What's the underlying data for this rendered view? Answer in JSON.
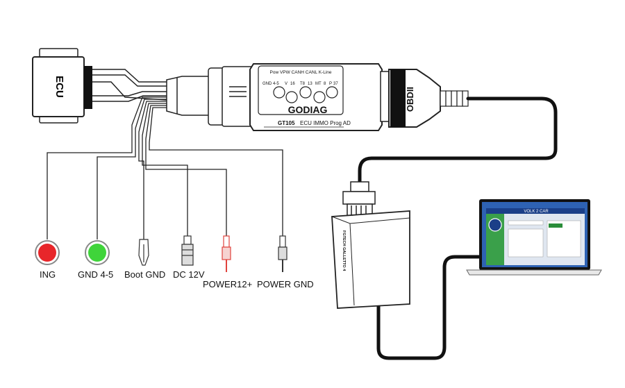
{
  "ecu": {
    "label": "ECU"
  },
  "adapter": {
    "pin_header": "Pow VPW CANH CANL K-Line",
    "pins": [
      "GND",
      "4-5",
      "V",
      "16",
      "T8",
      "13",
      "MT",
      "8",
      "P",
      "37"
    ],
    "brand": "GODIAG",
    "model": "GT105",
    "subtitle": "ECU IMMO Prog AD"
  },
  "obd_connector": {
    "label": "OBDII"
  },
  "programmer": {
    "label": "FGTECH GALLETTO 4"
  },
  "laptop": {
    "title_text": "VOLK 2 CAR"
  },
  "wires": [
    {
      "key": "ing",
      "label": "ING",
      "end": "red-button"
    },
    {
      "key": "gnd45",
      "label": "GND 4-5",
      "end": "green-button"
    },
    {
      "key": "bootgnd",
      "label": "Boot GND",
      "end": "alligator-clip"
    },
    {
      "key": "dc12v",
      "label": "DC 12V",
      "end": "dc-plug"
    },
    {
      "key": "power12",
      "label": "POWER12+",
      "end": "red-plug"
    },
    {
      "key": "powergnd",
      "label": "POWER GND",
      "end": "black-plug"
    }
  ],
  "colors": {
    "ing_button": "#e8262a",
    "gnd_button": "#3fd43a",
    "cable": "#111111",
    "laptop_screen": "#2e62b3",
    "power_plug_red": "#e0423c"
  }
}
